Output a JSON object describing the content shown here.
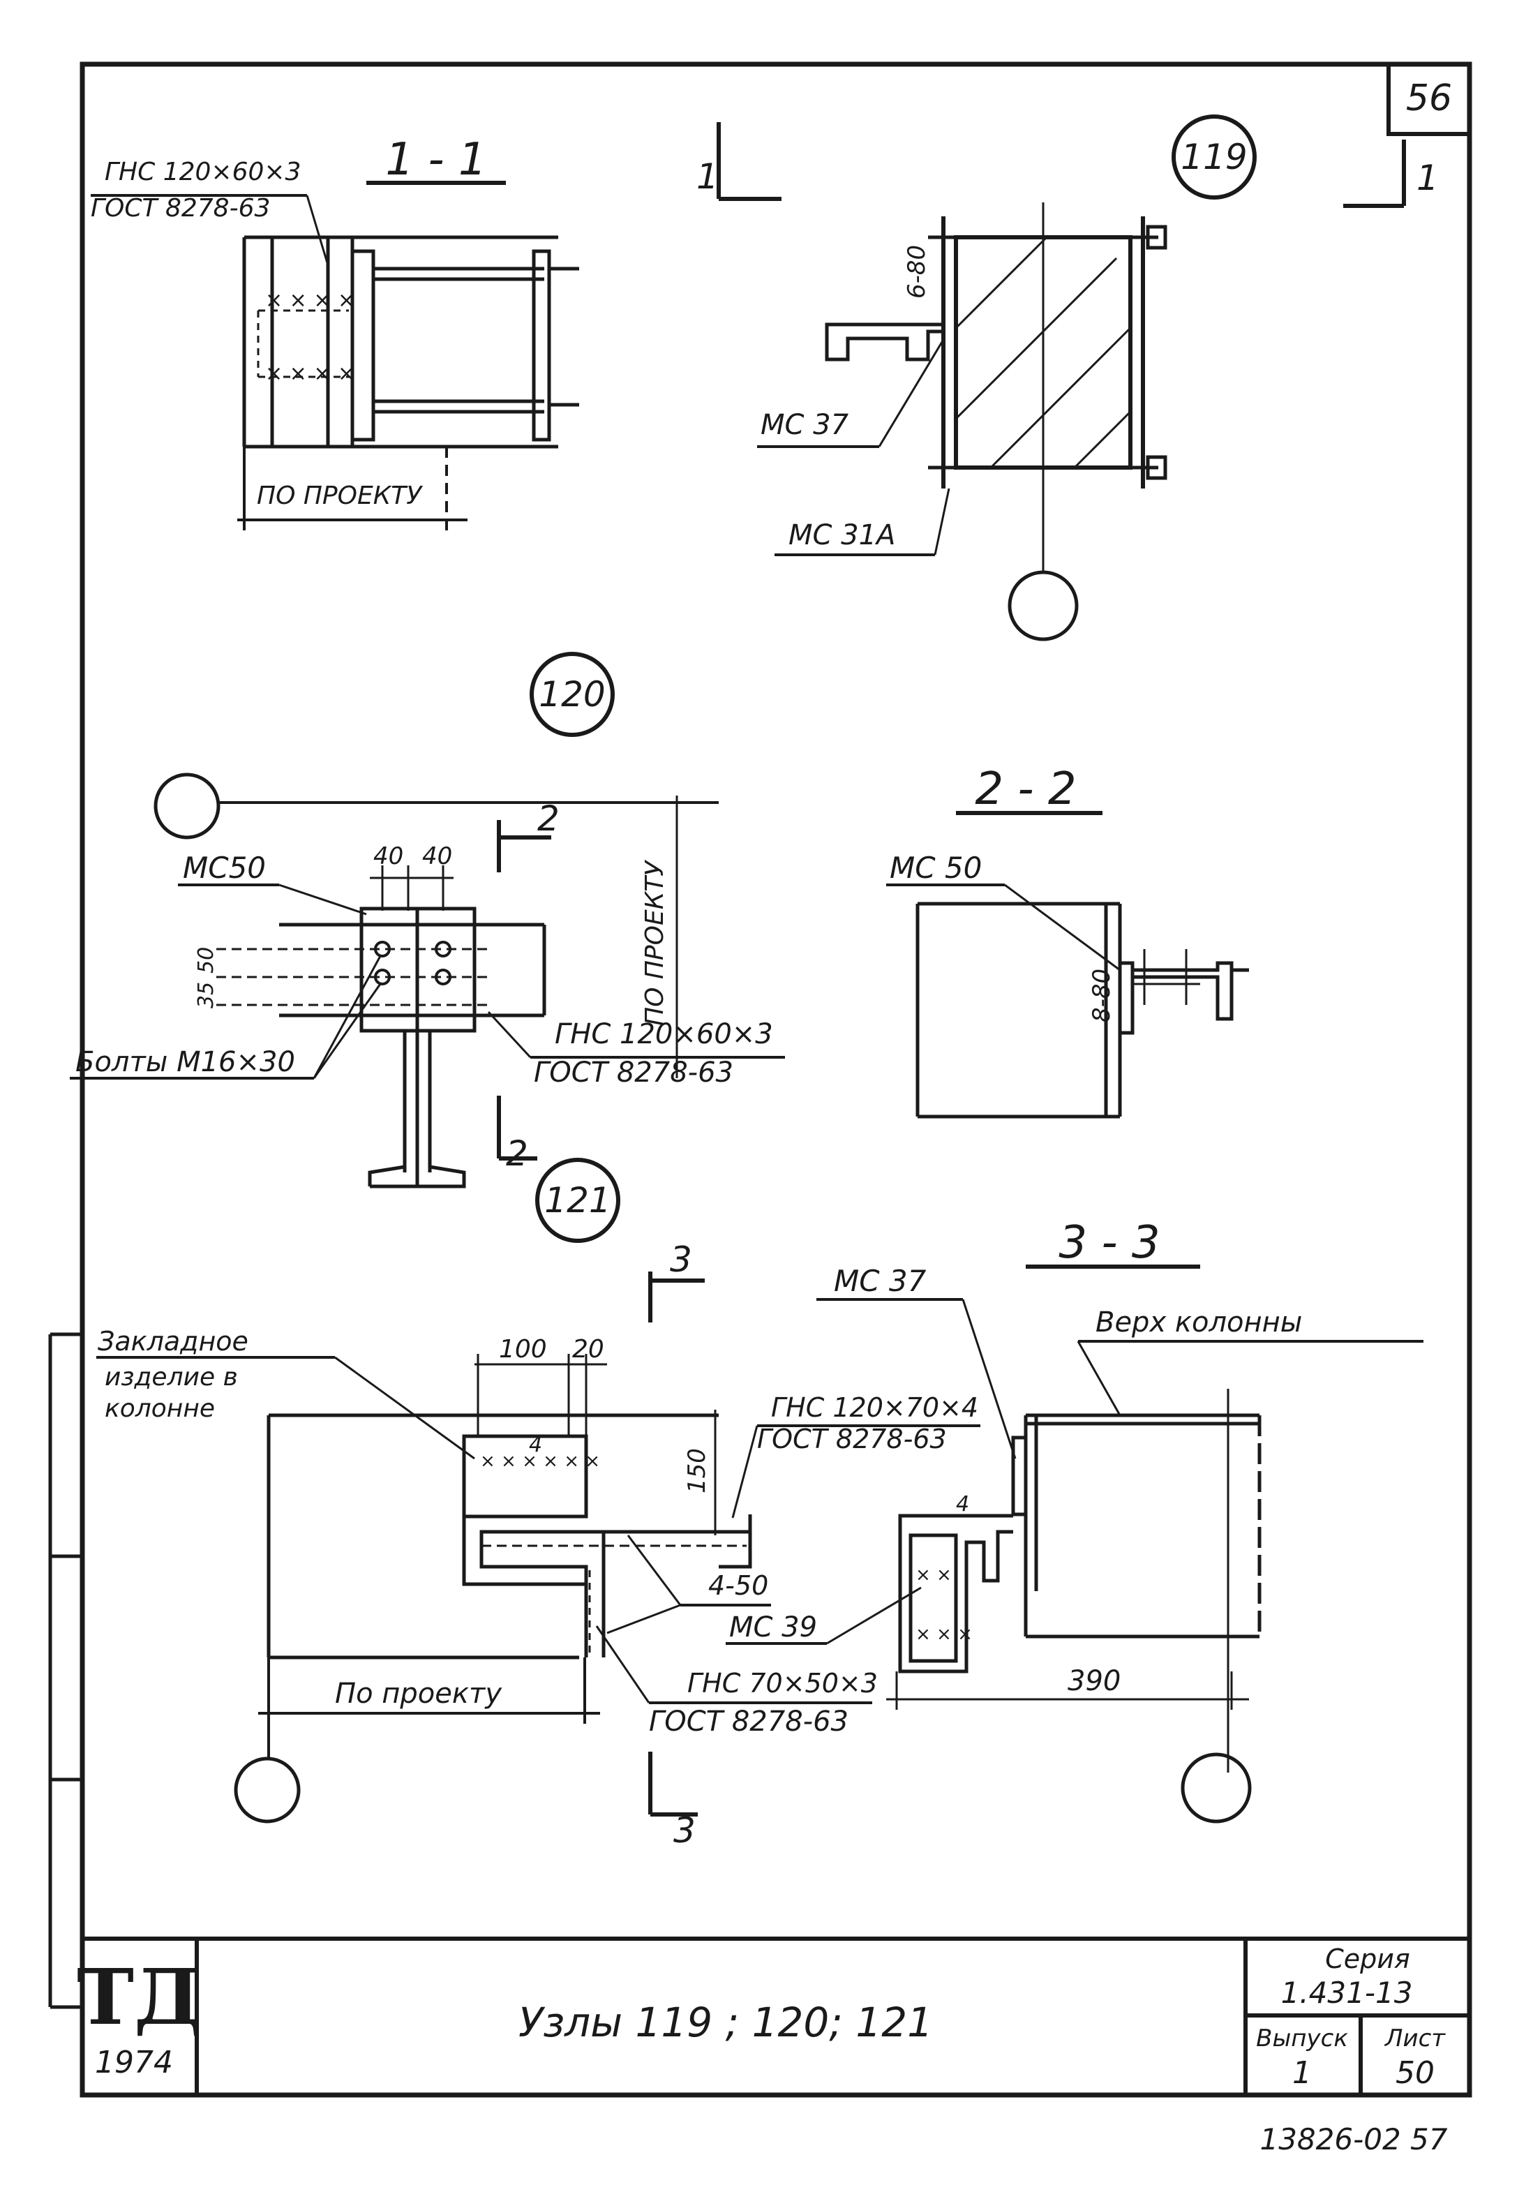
{
  "sheet": {
    "page_number": "56",
    "stamp": "ТД",
    "year": "1974",
    "title": "Узлы 119 ; 120; 121",
    "series_label": "Серия",
    "series_value": "1.431-13",
    "issue_label": "Выпуск",
    "issue_value": "1",
    "sheet_label": "Лист",
    "sheet_value": "50",
    "archive_number": "13826-02  57"
  },
  "sections": {
    "s11": "1 - 1",
    "s22": "2 - 2",
    "s33": "3 - 3",
    "cut1": "1",
    "cut2": "2",
    "cut3": "3"
  },
  "nodes": {
    "n119": "119",
    "n120": "120",
    "n121": "121"
  },
  "labels": {
    "ghs_120x60x3": "ГНС 120×60×3",
    "gost": "ГОСТ 8278-63",
    "po_proektu": "По проекту",
    "po_proektu_caps": "ПО ПРОЕКТУ",
    "mc37": "МС 37",
    "mc31a": "МС 31А",
    "mc50": "МС50",
    "mc50_b": "МС 50",
    "mc39": "МС 39",
    "bolts": "Болты М16×30",
    "dim_40a": "40",
    "dim_40b": "40",
    "dim_50": "50",
    "dim_35": "35",
    "dim_6_80": "6-80",
    "dim_8_80": "8-80",
    "dim_100": "100",
    "dim_20": "20",
    "dim_150": "150",
    "dim_4": "4",
    "dim_4b": "4",
    "dim_4_50": "4-50",
    "dim_390": "390",
    "embed_1": "Закладное",
    "embed_2": "изделие в",
    "embed_3": "колонне",
    "ghs_120x70x4": "ГНС 120×70×4",
    "ghs_70x50x3": "ГНС 70×50×3",
    "column_top": "Верх колонны"
  }
}
